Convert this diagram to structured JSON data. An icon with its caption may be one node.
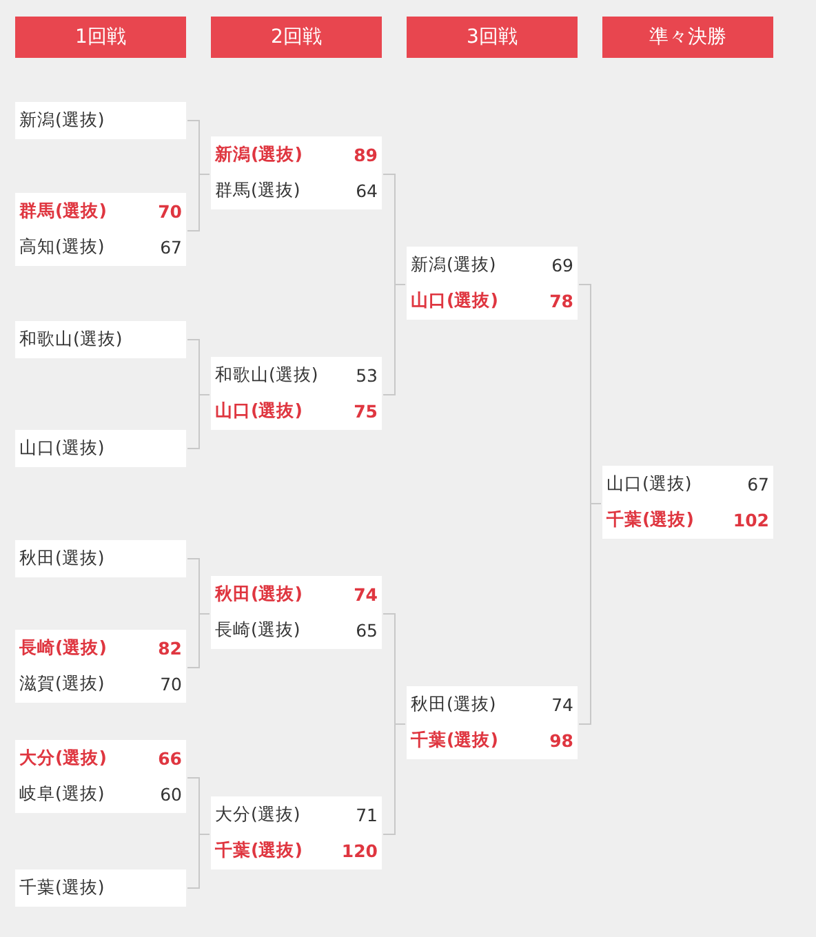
{
  "diagram": {
    "nodes": [
      {
        "text": [
          "1回戦"
        ]
      },
      {
        "text": [
          "2回戦"
        ]
      },
      {
        "text": [
          "3回戦"
        ]
      },
      {
        "text": [
          "準々決勝"
        ]
      },
      {
        "text": [
          "新潟(選抜)"
        ]
      },
      {
        "text": [
          "群馬(選抜)",
          "70",
          "高知(選抜)",
          "67"
        ]
      },
      {
        "text": [
          "和歌山(選抜)"
        ]
      },
      {
        "text": [
          "山口(選抜)"
        ]
      },
      {
        "text": [
          "秋田(選抜)"
        ]
      },
      {
        "text": [
          "長崎(選抜)",
          "82",
          "滋賀(選抜)",
          "70"
        ]
      },
      {
        "text": [
          "大分(選抜)",
          "66",
          "岐阜(選抜)",
          "60"
        ]
      },
      {
        "text": [
          "千葉(選抜)"
        ]
      },
      {
        "text": [
          "新潟(選抜)",
          "89",
          "群馬(選抜)",
          "64"
        ]
      },
      {
        "text": [
          "和歌山(選抜)",
          "53",
          "山口(選抜)",
          "75"
        ]
      },
      {
        "text": [
          "秋田(選抜)",
          "74",
          "長崎(選抜)",
          "65"
        ]
      },
      {
        "text": [
          "大分(選抜)",
          "71",
          "千葉(選抜)",
          "120"
        ]
      },
      {
        "text": [
          "新潟(選抜)",
          "69",
          "山口(選抜)",
          "78"
        ]
      },
      {
        "text": [
          "秋田(選抜)",
          "74",
          "千葉(選抜)",
          "98"
        ]
      },
      {
        "text": [
          "山口(選抜)",
          "67",
          "千葉(選抜)",
          "102"
        ]
      }
    ],
    "edges": [
      {
        "from": 4,
        "to": 12,
        "arrow": "none"
      },
      {
        "from": 5,
        "to": 12,
        "arrow": "none"
      },
      {
        "from": 6,
        "to": 13,
        "arrow": "none"
      },
      {
        "from": 7,
        "to": 13,
        "arrow": "none"
      },
      {
        "from": 8,
        "to": 14,
        "arrow": "none"
      },
      {
        "from": 9,
        "to": 14,
        "arrow": "none"
      },
      {
        "from": 10,
        "to": 15,
        "arrow": "none"
      },
      {
        "from": 11,
        "to": 15,
        "arrow": "none"
      },
      {
        "from": 12,
        "to": 16,
        "arrow": "none"
      },
      {
        "from": 13,
        "to": 16,
        "arrow": "none"
      },
      {
        "from": 14,
        "to": 17,
        "arrow": "none"
      },
      {
        "from": 15,
        "to": 17,
        "arrow": "none"
      },
      {
        "from": 16,
        "to": 18,
        "arrow": "none"
      },
      {
        "from": 17,
        "to": 18,
        "arrow": "none"
      }
    ]
  }
}
